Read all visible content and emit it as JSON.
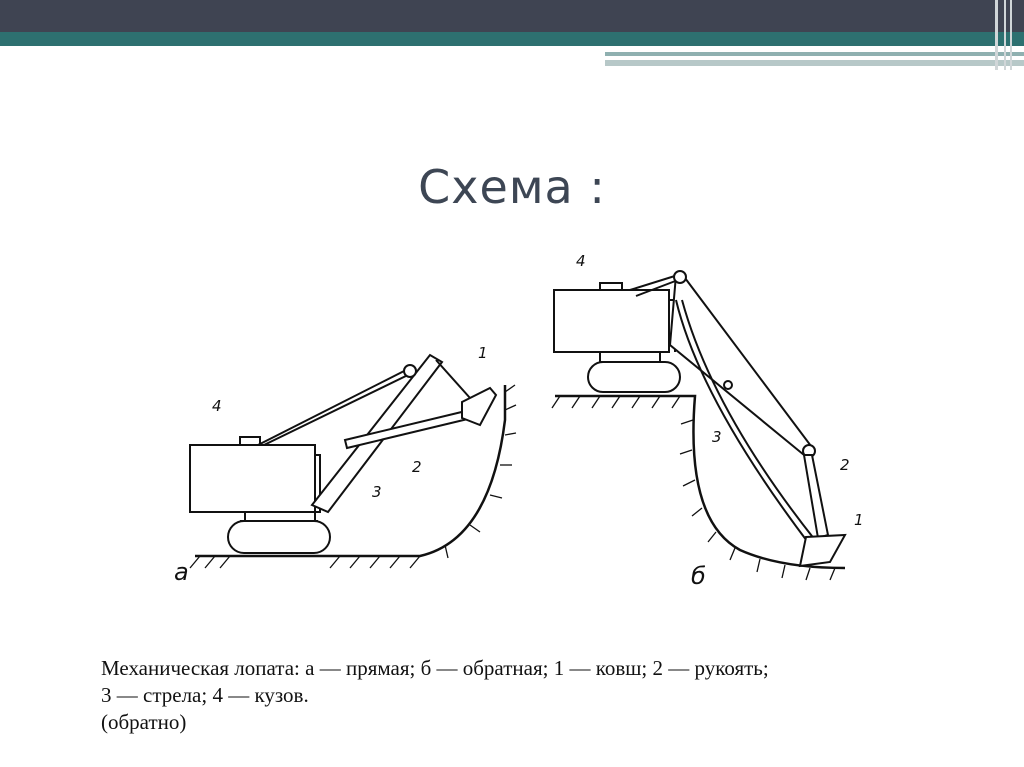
{
  "slide": {
    "title": "Схема :",
    "colors": {
      "bar_dark": "#3f4452",
      "bar_teal": "#2d7070",
      "title": "#3d4654"
    }
  },
  "diagram": {
    "figure_a": {
      "letter": "а",
      "labels": {
        "bucket": "1",
        "handle": "2",
        "boom": "3",
        "body": "4"
      }
    },
    "figure_b": {
      "letter": "б",
      "labels": {
        "bucket": "1",
        "handle": "2",
        "boom": "3",
        "body": "4"
      }
    }
  },
  "caption": {
    "line1": "Механическая лопата: а — прямая; б — обратная; 1 — ковш; 2 — рукоять;",
    "line2": "3 — стрела; 4 — кузов.",
    "line3": "(обратно)"
  }
}
